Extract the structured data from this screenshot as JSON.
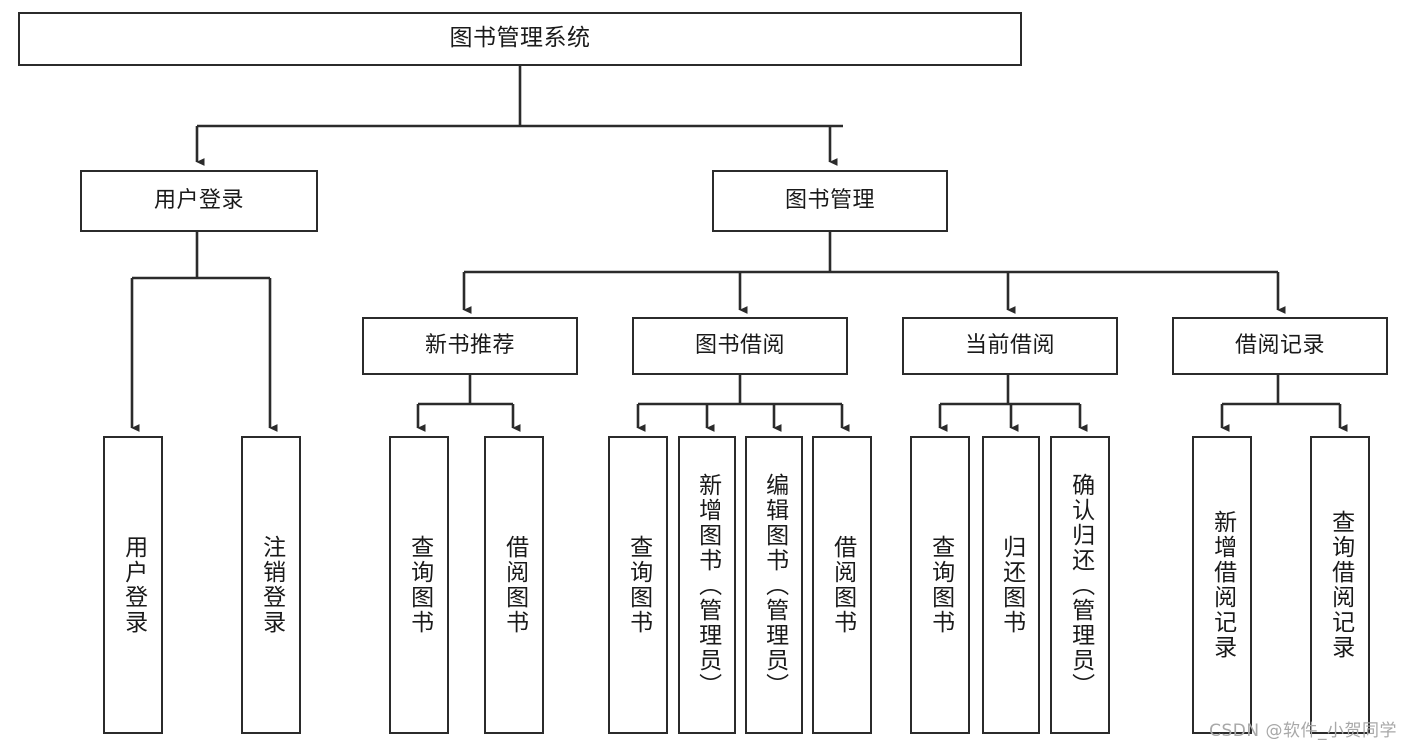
{
  "diagram": {
    "type": "tree-hierarchy-chart",
    "title": "图书管理系统",
    "watermark": "CSDN @软件_小贺同学",
    "colors": {
      "stroke": "#2b2b2b",
      "fill": "#ffffff",
      "text": "#1a1a1a",
      "watermark": "#a8a8a8"
    },
    "root": {
      "label": "图书管理系统"
    },
    "level1": [
      {
        "label": "用户登录"
      },
      {
        "label": "图书管理"
      }
    ],
    "level2": [
      {
        "label": "新书推荐"
      },
      {
        "label": "图书借阅"
      },
      {
        "label": "当前借阅"
      },
      {
        "label": "借阅记录"
      }
    ],
    "leaves": {
      "user_login": [
        {
          "label": "用户登录"
        },
        {
          "label": "注销登录"
        }
      ],
      "new_book_recommend": [
        {
          "label": "查询图书"
        },
        {
          "label": "借阅图书"
        }
      ],
      "book_borrow": [
        {
          "label": "查询图书"
        },
        {
          "label": "新增图书（管理员）"
        },
        {
          "label": "编辑图书（管理员）"
        },
        {
          "label": "借阅图书"
        }
      ],
      "current_borrow": [
        {
          "label": "查询图书"
        },
        {
          "label": "归还图书"
        },
        {
          "label": "确认归还（管理员）"
        }
      ],
      "borrow_records": [
        {
          "label": "新增借阅记录"
        },
        {
          "label": "查询借阅记录"
        }
      ]
    }
  }
}
